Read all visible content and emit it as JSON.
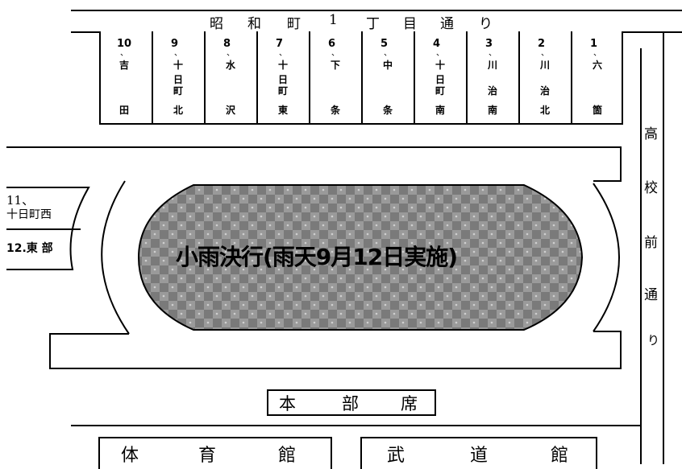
{
  "top_street": [
    "昭",
    "和",
    "町",
    "1",
    "丁",
    "目",
    "通",
    "り"
  ],
  "right_street": [
    "高",
    "校",
    "前",
    "通",
    "り"
  ],
  "teams": [
    {
      "no": "10",
      "chars": [
        "吉",
        "",
        "",
        "田"
      ]
    },
    {
      "no": "9",
      "chars": [
        "十",
        "日",
        "町",
        "北"
      ]
    },
    {
      "no": "8",
      "chars": [
        "水",
        "",
        "",
        "沢"
      ]
    },
    {
      "no": "7",
      "chars": [
        "十",
        "日",
        "町",
        "東"
      ]
    },
    {
      "no": "6",
      "chars": [
        "下",
        "",
        "",
        "条"
      ]
    },
    {
      "no": "5",
      "chars": [
        "中",
        "",
        "",
        "条"
      ]
    },
    {
      "no": "4",
      "chars": [
        "十",
        "日",
        "町",
        "南"
      ]
    },
    {
      "no": "3",
      "chars": [
        "川",
        "",
        "治",
        "南"
      ]
    },
    {
      "no": "2",
      "chars": [
        "川",
        "",
        "治",
        "北"
      ]
    },
    {
      "no": "1",
      "chars": [
        "六",
        "",
        "",
        "箇"
      ]
    }
  ],
  "left_teams": {
    "t11_no": "11、",
    "t11_name": "十日町西",
    "t12": "12.東 部"
  },
  "field_notice": "小雨決行(雨天9月12日実施)",
  "headquarters": [
    "本",
    "部",
    "席"
  ],
  "gym": [
    "体",
    "育",
    "館"
  ],
  "dojo": [
    "武",
    "道",
    "館"
  ],
  "colors": {
    "field_fill": "#8e8e8e",
    "line": "#000000"
  }
}
